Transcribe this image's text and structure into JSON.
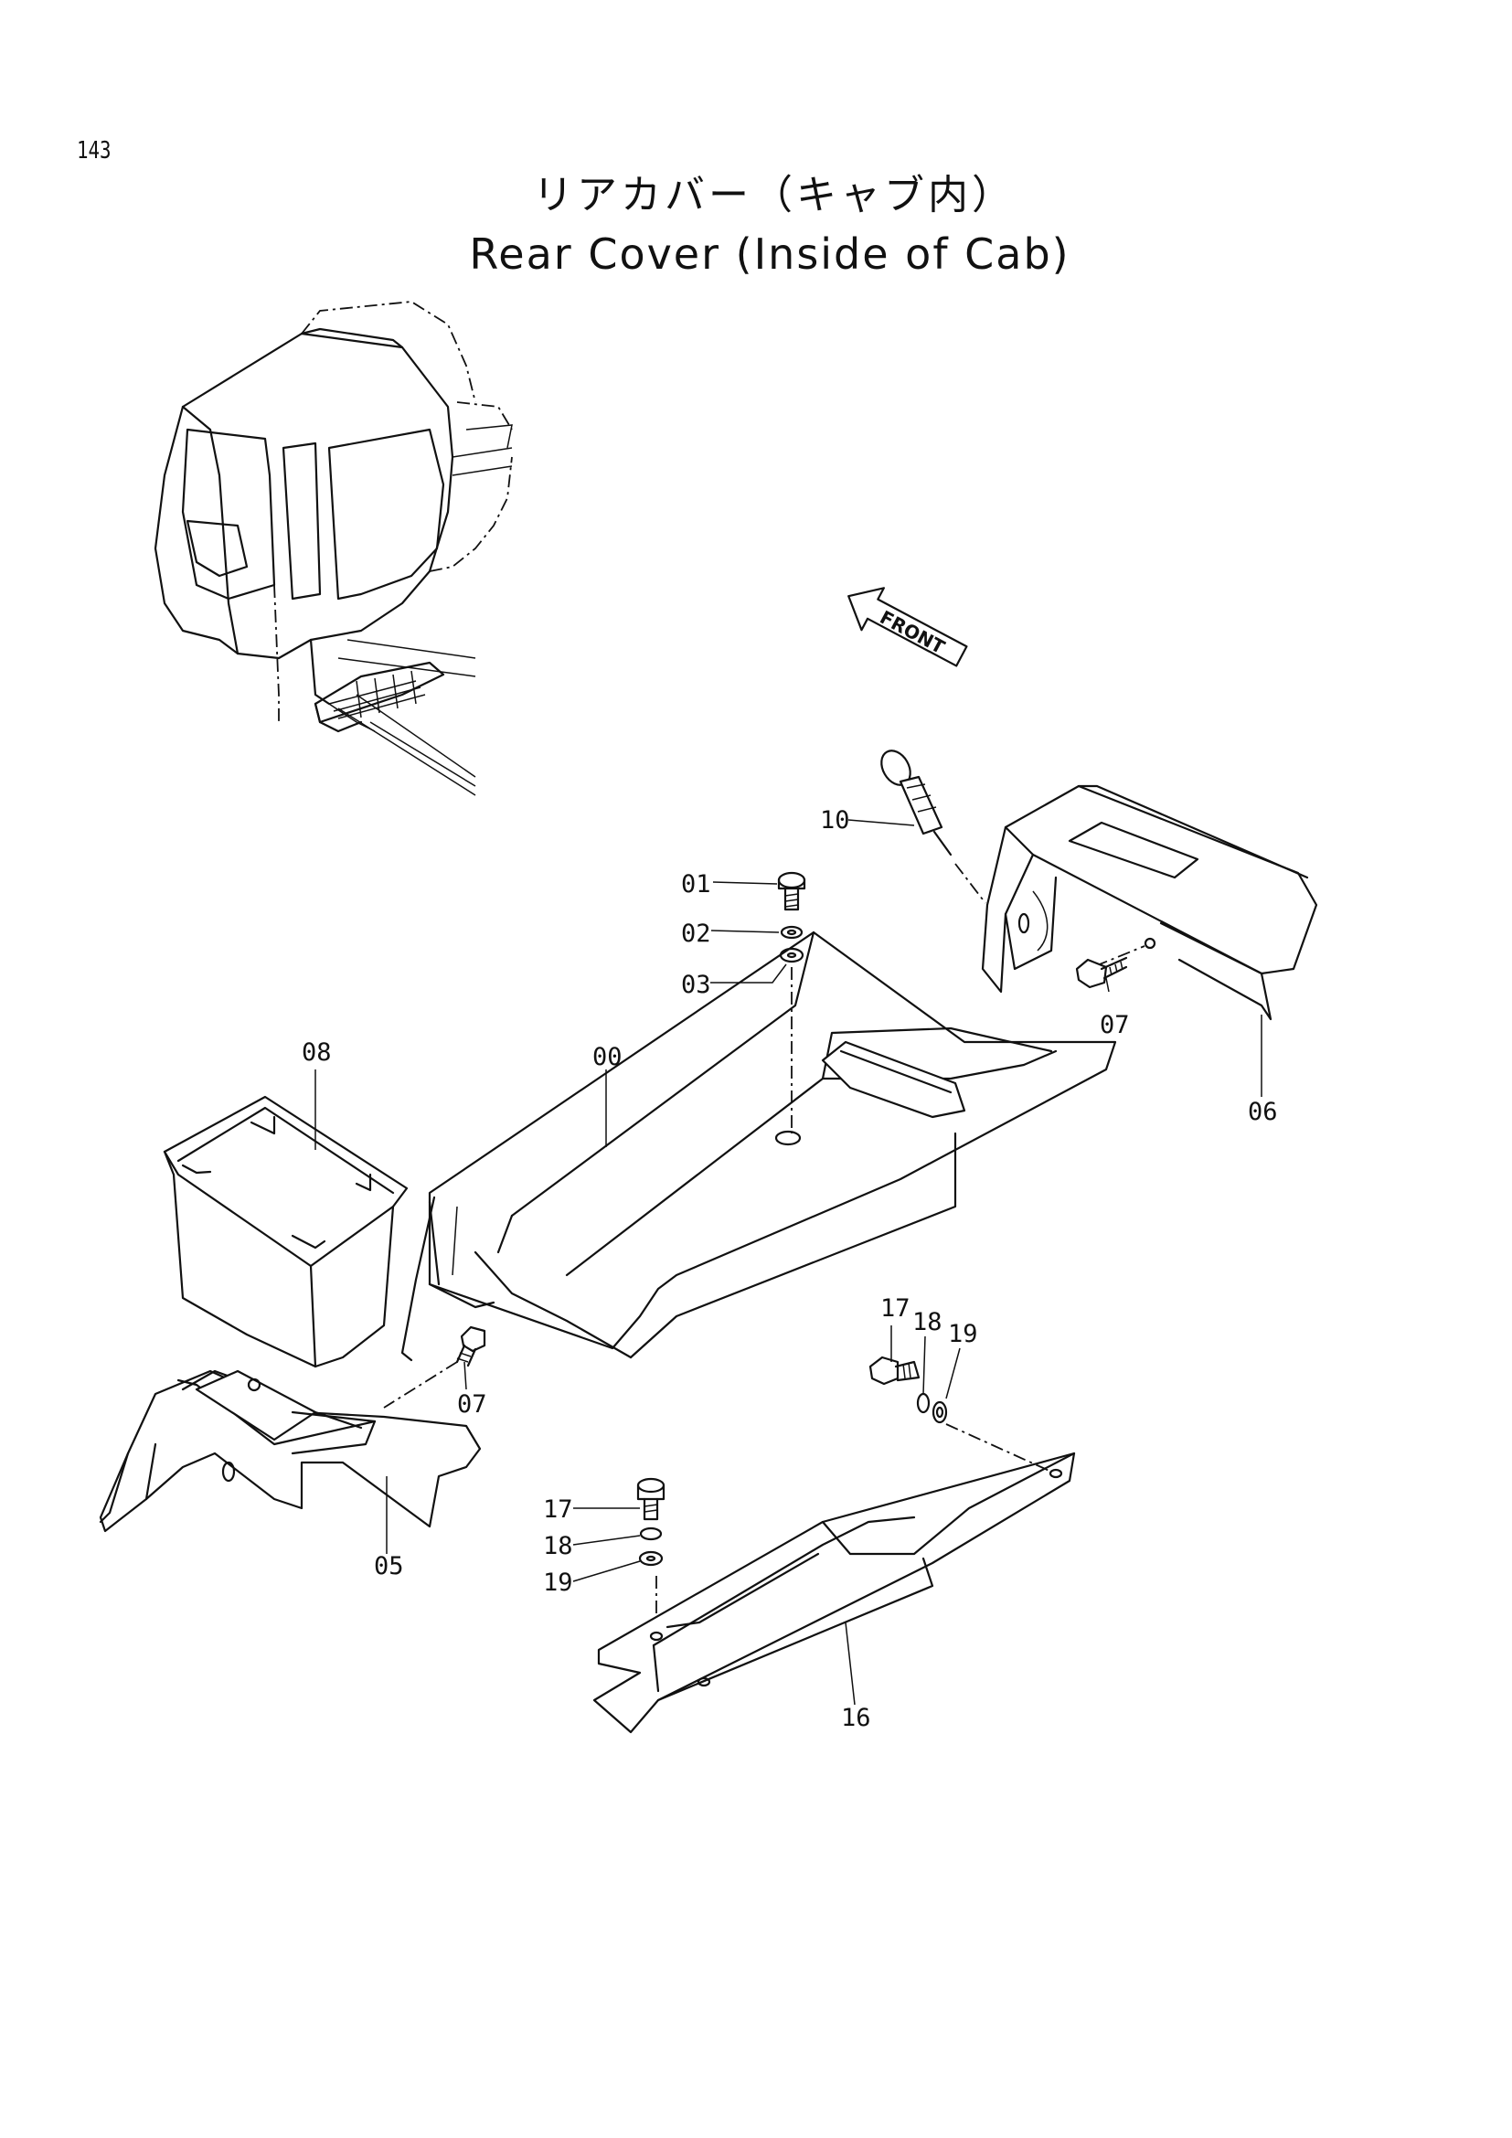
{
  "page_number": "143",
  "title_jp": "リアカバー（キャブ内）",
  "title_en": "Rear Cover (Inside of Cab)",
  "front_label": "FRONT",
  "callouts": {
    "c00": "00",
    "c01": "01",
    "c02": "02",
    "c03": "03",
    "c05": "05",
    "c06": "06",
    "c07a": "07",
    "c07b": "07",
    "c08": "08",
    "c10": "10",
    "c16": "16",
    "c17a": "17",
    "c18a": "18",
    "c19a": "19",
    "c17b": "17",
    "c18b": "18",
    "c19b": "19"
  }
}
